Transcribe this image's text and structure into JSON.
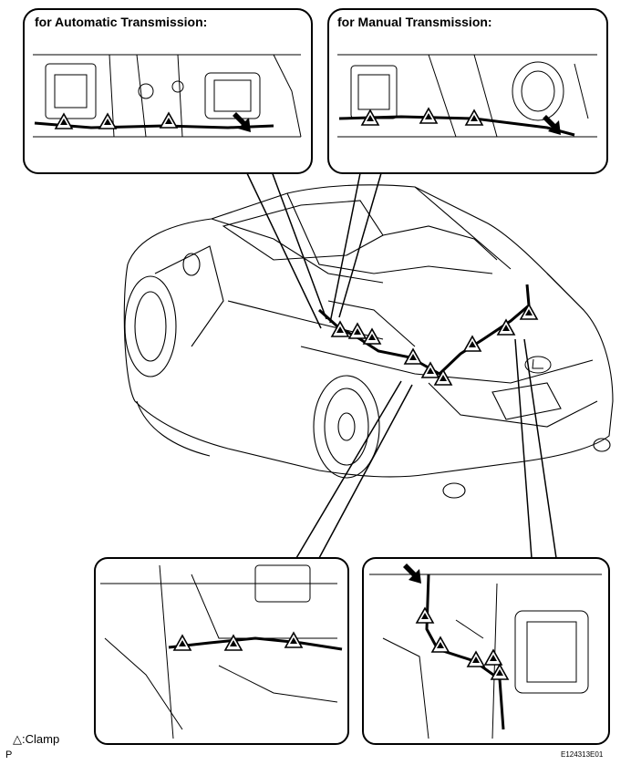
{
  "panels": {
    "automatic": {
      "title": "for Automatic Transmission:"
    },
    "manual": {
      "title": "for Manual Transmission:"
    }
  },
  "legend": {
    "symbol": "△",
    "clamp_text": "Clamp",
    "separator": ":"
  },
  "page_marker": "P",
  "figure_code": "E124313E01",
  "colors": {
    "line": "#000000",
    "background": "#ffffff"
  },
  "icons": {
    "clamp": "triangle-clamp-icon",
    "pointer": "black-arrow-icon"
  }
}
